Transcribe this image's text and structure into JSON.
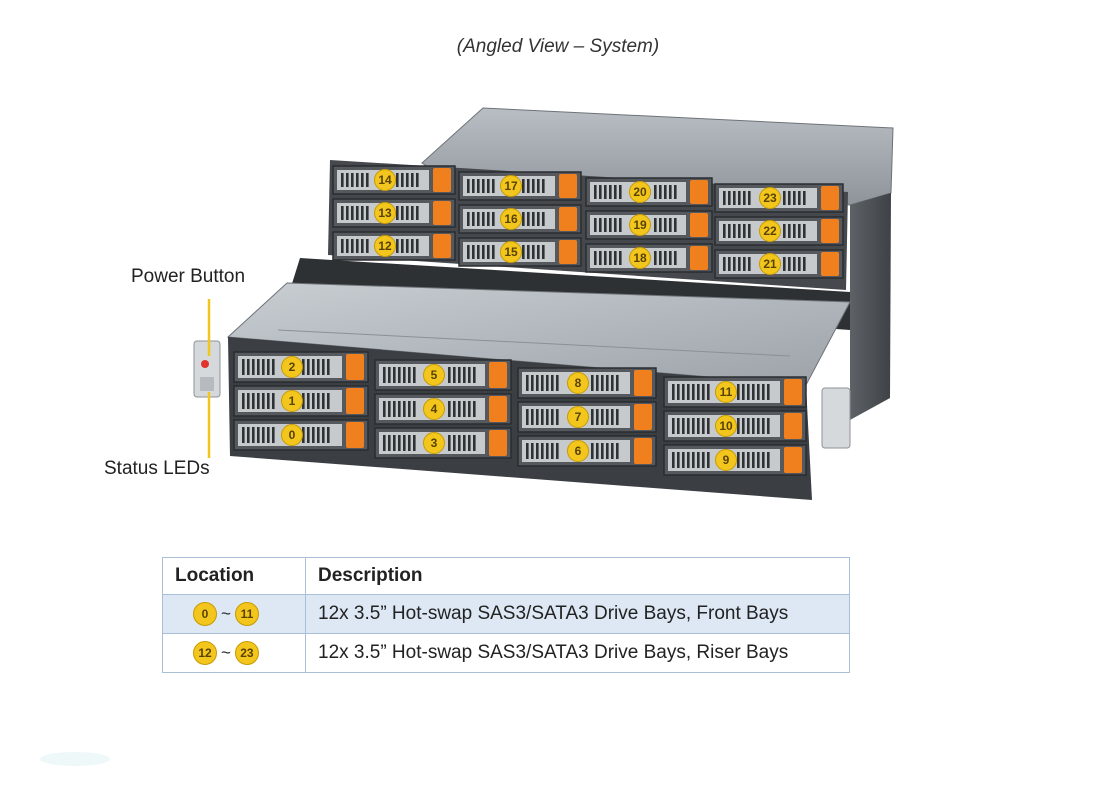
{
  "caption": "(Angled View – System)",
  "callouts": {
    "power_button": "Power Button",
    "status_leds": "Status LEDs"
  },
  "front_bays": {
    "columns": [
      [
        "2",
        "1",
        "0"
      ],
      [
        "5",
        "4",
        "3"
      ],
      [
        "8",
        "7",
        "6"
      ],
      [
        "11",
        "10",
        "9"
      ]
    ]
  },
  "riser_bays": {
    "columns": [
      [
        "14",
        "13",
        "12"
      ],
      [
        "17",
        "16",
        "15"
      ],
      [
        "20",
        "19",
        "18"
      ],
      [
        "23",
        "22",
        "21"
      ]
    ]
  },
  "colors": {
    "badge": "#f2c61d",
    "drive_handle": "#f07f1e",
    "chassis": "#9aa0a6",
    "table_border": "#a9bfd8",
    "table_alt_row": "#dde8f4"
  },
  "table": {
    "headers": [
      "Location",
      "Description"
    ],
    "rows": [
      {
        "from": "0",
        "to": "11",
        "description": "12x 3.5” Hot-swap  SAS3/SATA3 Drive Bays, Front Bays"
      },
      {
        "from": "12",
        "to": "23",
        "description": "12x 3.5” Hot-swap  SAS3/SATA3 Drive Bays, Riser Bays"
      }
    ]
  }
}
